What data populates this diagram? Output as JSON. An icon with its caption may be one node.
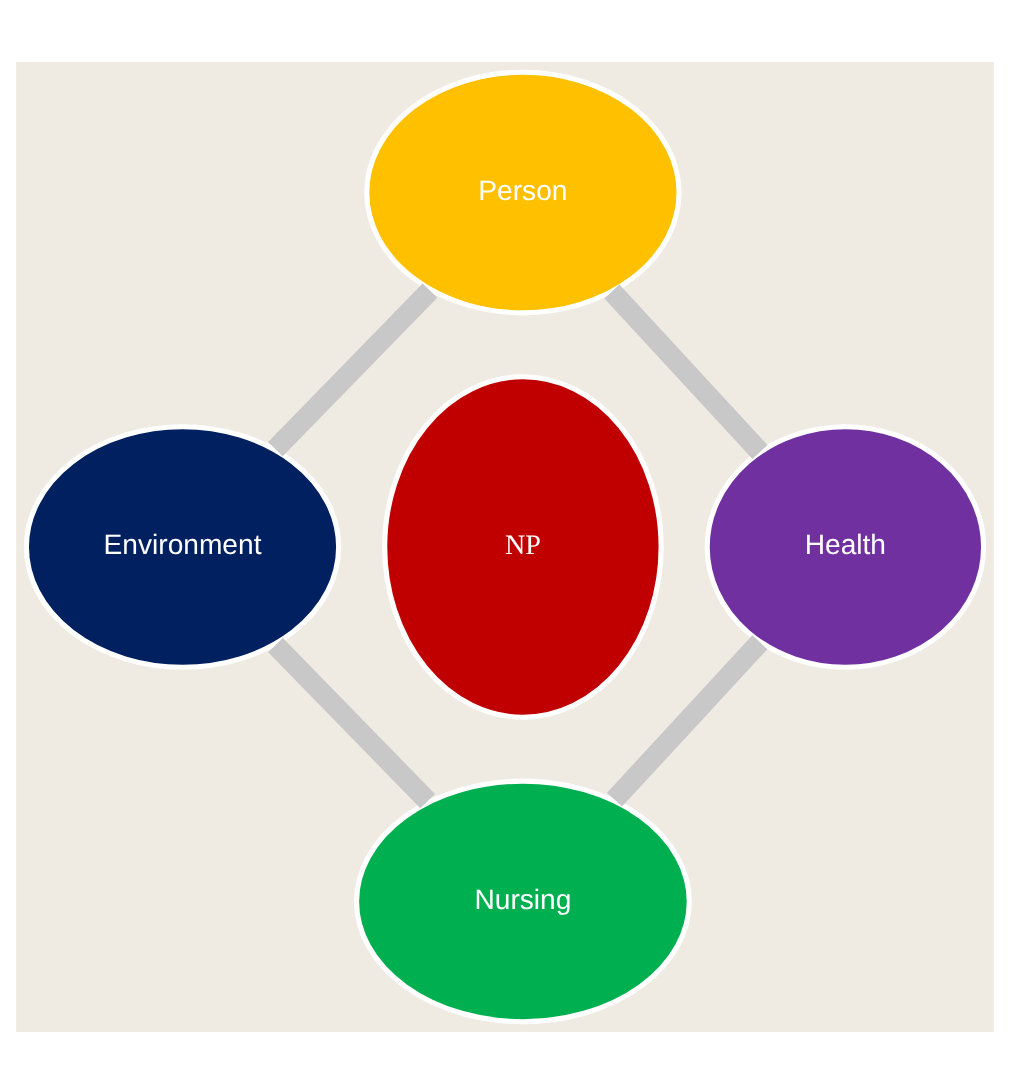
{
  "diagram": {
    "nodes": [
      {
        "text": [
          "Person"
        ]
      },
      {
        "text": [
          "Environment"
        ]
      },
      {
        "text": [
          "NP"
        ]
      },
      {
        "text": [
          "Health"
        ]
      },
      {
        "text": [
          "Nursing"
        ]
      }
    ],
    "edges": [
      {
        "from": 0,
        "to": 3,
        "arrow": "none"
      },
      {
        "from": 3,
        "to": 4,
        "arrow": "none"
      },
      {
        "from": 4,
        "to": 1,
        "arrow": "none"
      },
      {
        "from": 1,
        "to": 0,
        "arrow": "none"
      }
    ]
  }
}
